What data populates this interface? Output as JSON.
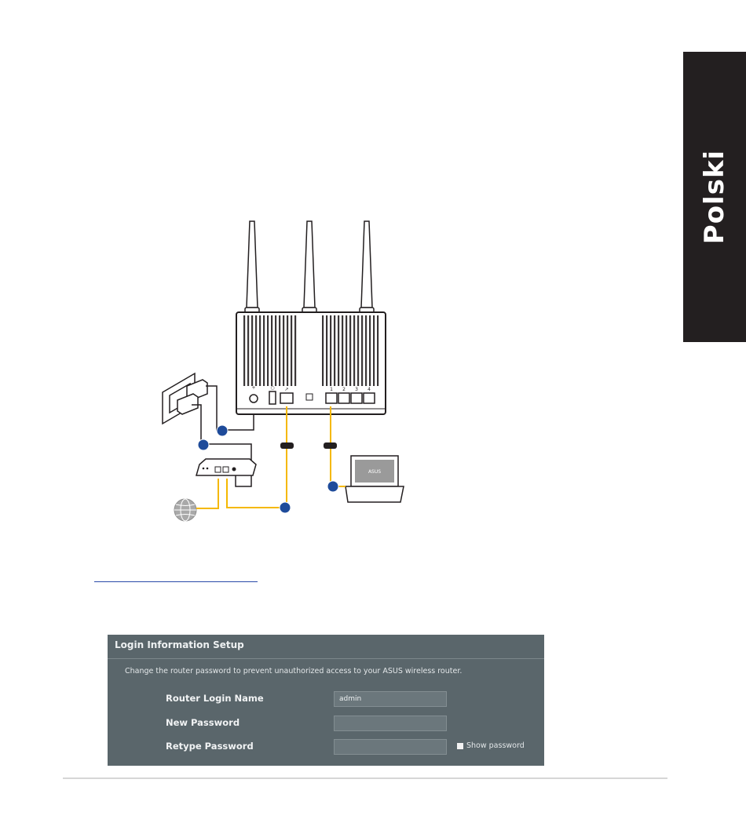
{
  "sidebar_tab": {
    "language": "Polski"
  },
  "diagram": {
    "icons": [
      "wall-outlet-icon",
      "power-adapter-icon",
      "modem-icon",
      "globe-icon",
      "wireless-router-icon",
      "laptop-icon",
      "ethernet-cable-icon"
    ],
    "laptop_brand": "ASUS",
    "router_port_labels": [
      "+",
      "○",
      "↗",
      "1",
      "2",
      "3",
      "4"
    ],
    "colors": {
      "cable": "#f5b800",
      "marker": "#1e4b9a",
      "outline": "#231f20"
    }
  },
  "login_setup": {
    "title": "Login Information Setup",
    "description": "Change the router password to prevent unauthorized access to your ASUS wireless router.",
    "fields": [
      {
        "label": "Router Login Name",
        "value": "admin"
      },
      {
        "label": "New Password",
        "value": ""
      },
      {
        "label": "Retype Password",
        "value": ""
      }
    ],
    "show_password_label": "Show password"
  }
}
